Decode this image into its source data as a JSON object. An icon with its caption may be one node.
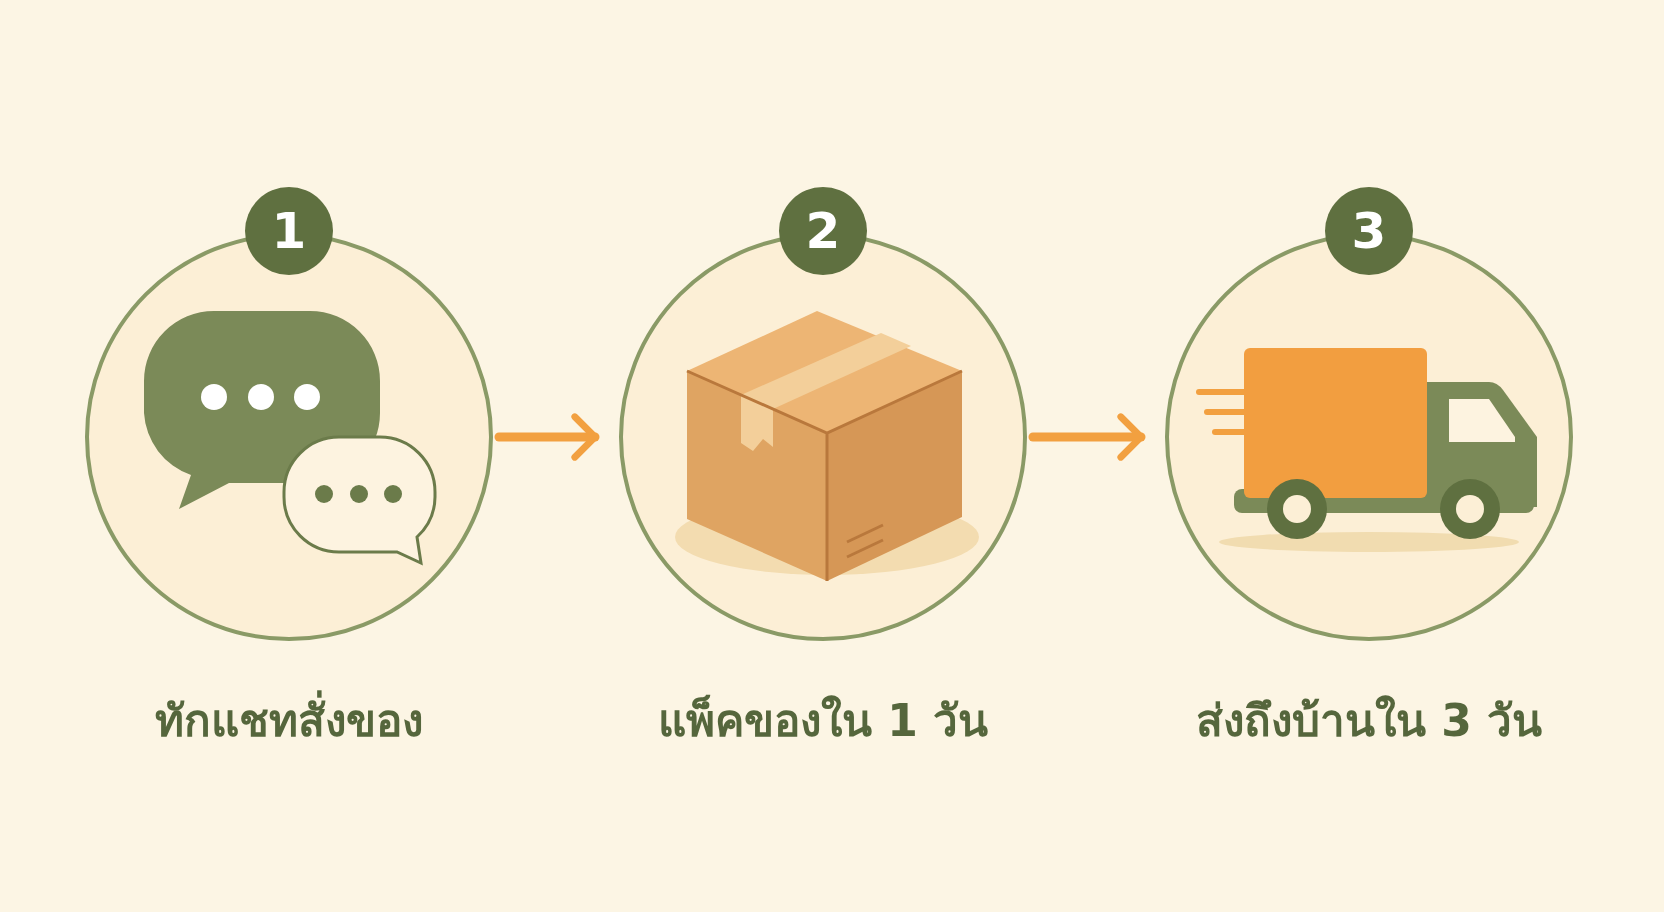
{
  "diagram": {
    "nodes": [
      {
        "text": [
          "1"
        ],
        "beside": [
          "ทักแชทสั่งของ"
        ]
      },
      {
        "text": [
          "2"
        ],
        "beside": [
          "แพ็คของใน 1 วัน"
        ]
      },
      {
        "text": [
          "3"
        ],
        "beside": [
          "ส่งถึงบ้านใน 3 วัน"
        ]
      }
    ],
    "edges": [
      {
        "from": 0,
        "to": 1,
        "arrow": "to"
      },
      {
        "from": 1,
        "to": 2,
        "arrow": "to"
      }
    ]
  }
}
